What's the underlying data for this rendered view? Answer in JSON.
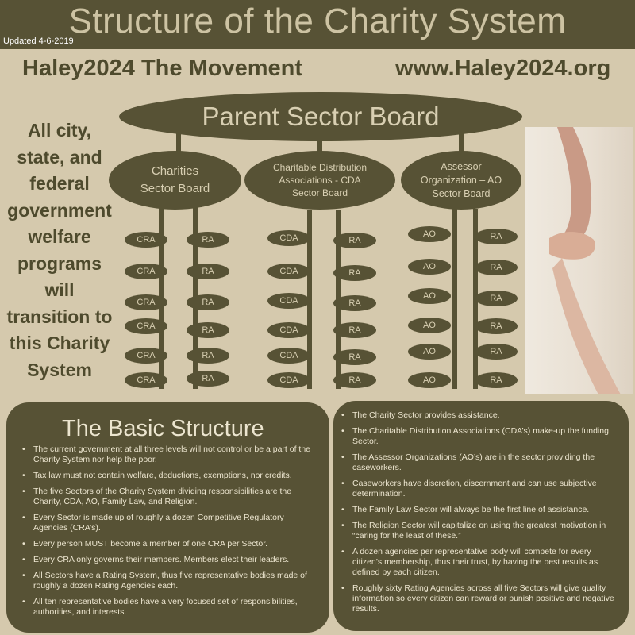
{
  "header": {
    "title": "Structure of the Charity System",
    "updated": "Updated 4-6-2019",
    "movement": "Haley2024 The Movement",
    "website": "www.Haley2024.org"
  },
  "diagram": {
    "parent_board": "Parent Sector Board",
    "welfare_text": "All city, state, and federal government welfare programs will transition to this Charity System",
    "sectors": [
      {
        "label_lines": [
          "Charities",
          "Sector Board"
        ],
        "left_items": [
          "CRA",
          "CRA",
          "CRA",
          "CRA",
          "CRA",
          "CRA"
        ],
        "right_items": [
          "RA",
          "RA",
          "RA",
          "RA",
          "RA",
          "RA"
        ]
      },
      {
        "label_lines": [
          "Charitable Distribution",
          "Associations - CDA",
          "Sector Board"
        ],
        "left_items": [
          "CDA",
          "CDA",
          "CDA",
          "CDA",
          "CDA",
          "CDA"
        ],
        "right_items": [
          "RA",
          "RA",
          "RA",
          "RA",
          "RA",
          "RA"
        ]
      },
      {
        "label_lines": [
          "Assessor",
          "Organization – AO",
          "Sector Board"
        ],
        "left_items": [
          "AO",
          "AO",
          "AO",
          "AO",
          "AO",
          "AO"
        ],
        "right_items": [
          "RA",
          "RA",
          "RA",
          "RA",
          "RA",
          "RA"
        ]
      }
    ]
  },
  "basic_structure": {
    "title": "The Basic Structure",
    "items": [
      "The current government at all three levels will not control or be a part of the Charity System nor help the poor.",
      "Tax law must not contain welfare, deductions, exemptions, nor credits.",
      "The five Sectors of the Charity System dividing responsibilities are the Charity, CDA, AO, Family Law, and Religion.",
      "Every Sector is made up of roughly a dozen Competitive Regulatory Agencies (CRA’s).",
      "Every person MUST become a member of one CRA per Sector.",
      "Every CRA only governs their members.  Members elect their leaders.",
      "All Sectors have a Rating System, thus five representative bodies made of roughly a dozen Rating Agencies each.",
      "All ten representative bodies have a very focused set of responsibilities, authorities, and interests."
    ]
  },
  "sector_details": {
    "items": [
      "The Charity Sector provides assistance.",
      "The Charitable Distribution Associations (CDA’s) make-up the funding Sector.",
      "The Assessor Organizations (AO’s) are in the sector providing the caseworkers.",
      "Caseworkers have discretion, discernment and can use subjective determination.",
      "The Family Law Sector will always be the first line of assistance.",
      "The Religion Sector will capitalize on using the greatest motivation in “caring for the least of these.”",
      "A dozen agencies per representative body will compete for every citizen’s membership, thus their trust, by having the best results as defined by each citizen.",
      "Roughly sixty Rating Agencies across all five Sectors will give quality information so every citizen can reward or punish positive and negative results."
    ]
  },
  "colors": {
    "dark_olive": "#575235",
    "background": "#d5c9ad",
    "light_text": "#d8cfb2"
  }
}
